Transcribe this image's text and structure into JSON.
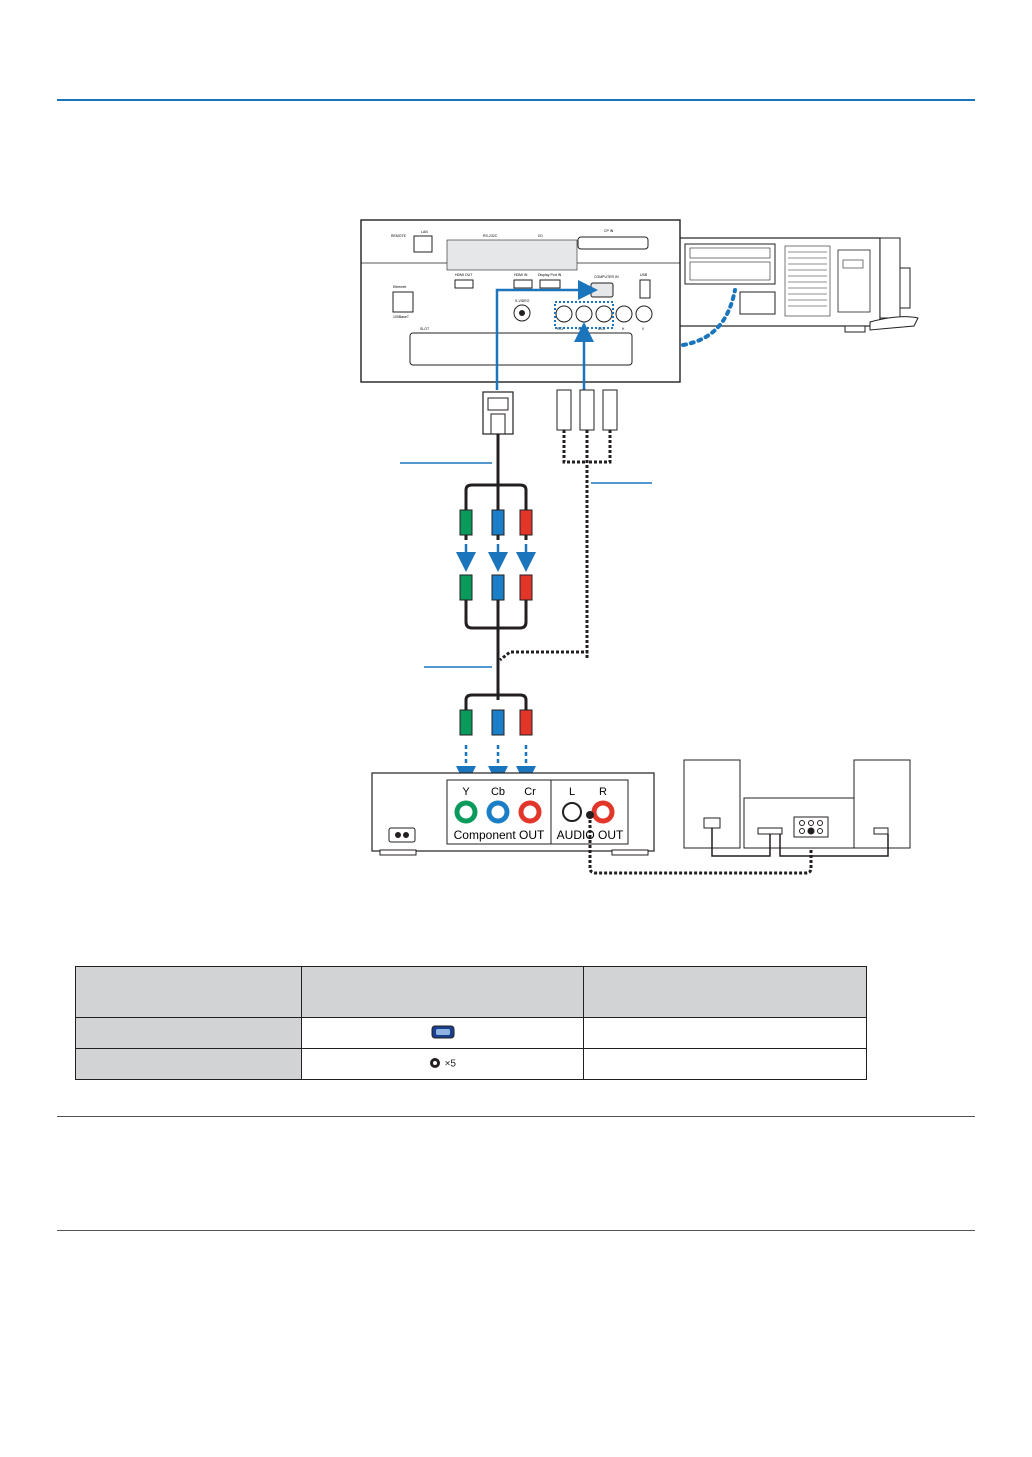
{
  "projector_back": {
    "labels": {
      "remote": "REMOTE",
      "lan": "LAN",
      "rs232": "RS-232C",
      "io": "I/O",
      "cp_in": "CP IN",
      "ethernet": "Ethernet",
      "ethernet_speed": "100BaseT",
      "hdmi_out": "HDMI OUT",
      "hdmi_in": "HDMI IN",
      "displayport_in": "Display Port IN",
      "computer_in": "COMPUTER IN",
      "usb": "USB",
      "svideo_in": "S-VIDEO",
      "slot": "SLOT",
      "bnc_labels": [
        "R/Cr",
        "G/Y",
        "B/Cb",
        "H",
        "V"
      ]
    }
  },
  "component_out_device": {
    "video_jacks": [
      "Y",
      "Cb",
      "Cr"
    ],
    "video_label": "Component OUT",
    "audio_jacks": [
      "L",
      "R"
    ],
    "audio_label": "AUDIO OUT"
  },
  "colors": {
    "accent_blue": "#1b75bc",
    "y_green": "#0a9a5c",
    "cb_blue": "#1a7fc6",
    "cr_red": "#e2362a",
    "header_gray": "#d1d3d4"
  },
  "spec_table": {
    "header": [
      "",
      "",
      ""
    ],
    "rows": [
      {
        "col1": "",
        "icon": "computer-port-icon",
        "col2_suffix": "",
        "col3": ""
      },
      {
        "icon": "bnc-port-icon",
        "col2_suffix": "×5",
        "col1": "",
        "col3": ""
      }
    ]
  }
}
